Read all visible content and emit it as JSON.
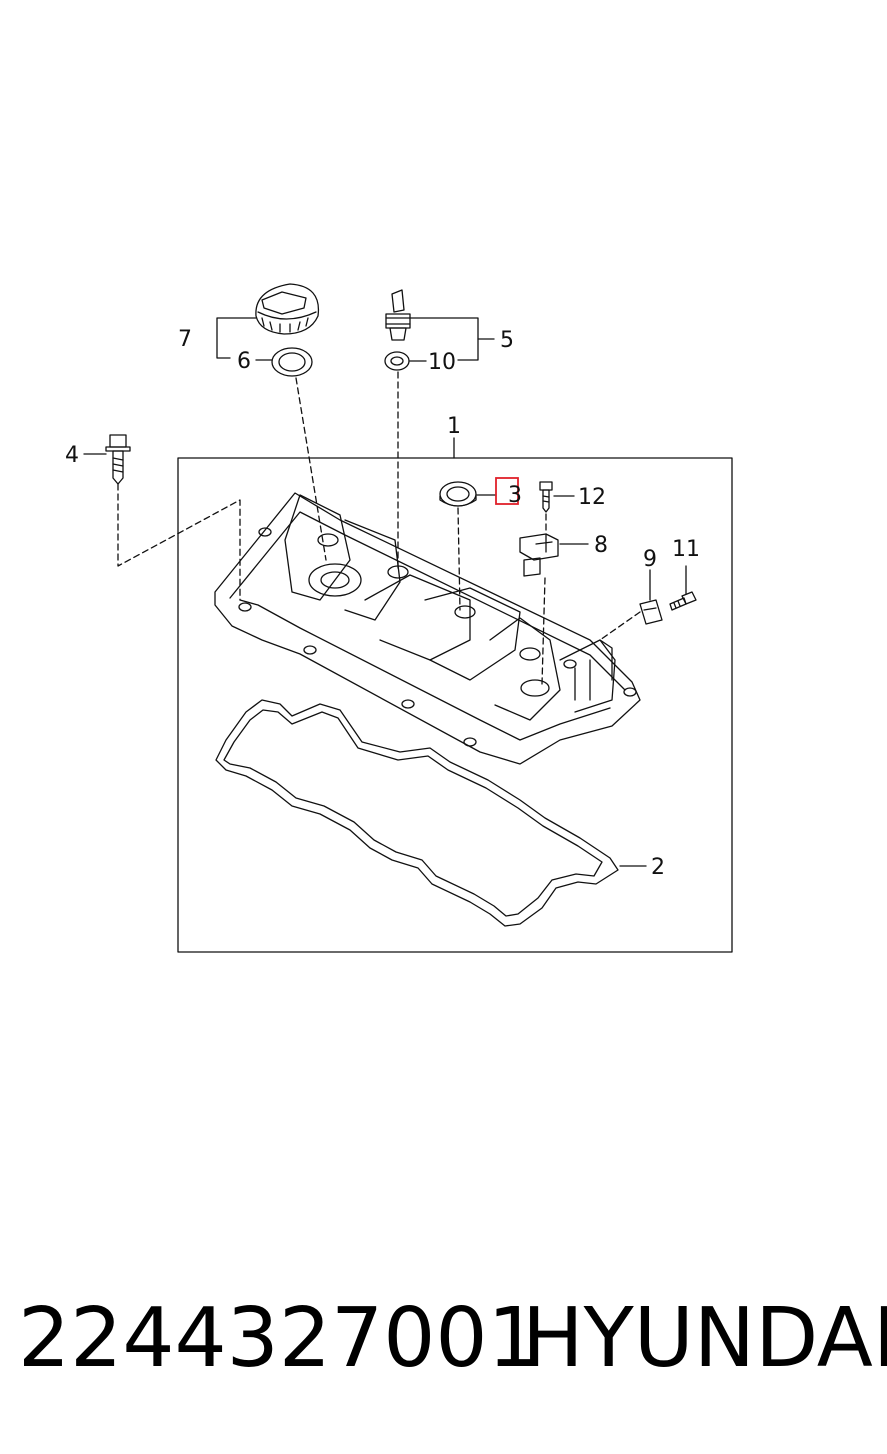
{
  "diagram": {
    "callouts": {
      "c1": "1",
      "c2": "2",
      "c3": "3",
      "c4": "4",
      "c5": "5",
      "c6": "6",
      "c7": "7",
      "c8": "8",
      "c9": "9",
      "c10": "10",
      "c11": "11",
      "c12": "12"
    },
    "highlighted_callout": "3",
    "highlight_color": "#e0202a",
    "line_color": "#111111",
    "fill_color": "#ffffff"
  },
  "footer": {
    "part_number": "2244327001",
    "brand": "HYUNDAI"
  }
}
